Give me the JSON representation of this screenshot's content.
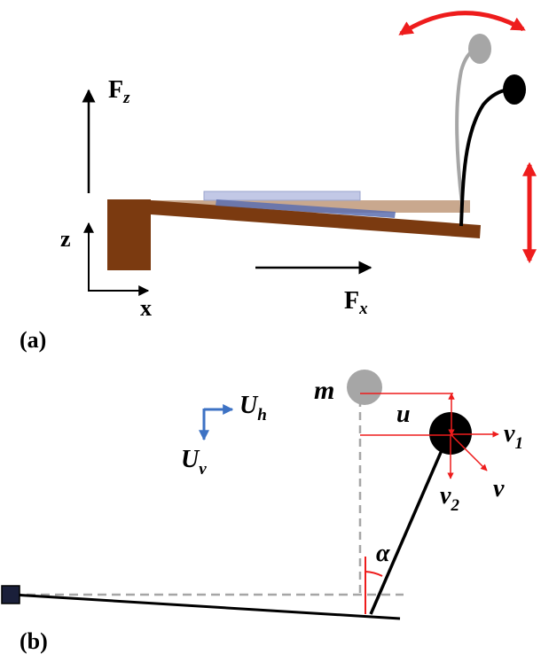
{
  "panel_a": {
    "label": "(a)",
    "force_z": {
      "base": "F",
      "sub": "z"
    },
    "force_x": {
      "base": "F",
      "sub": "x"
    },
    "axis_z": "z",
    "axis_x": "x"
  },
  "panel_b": {
    "label": "(b)",
    "mass": "m",
    "displacement": "u",
    "v1": {
      "base": "v",
      "sub": "1"
    },
    "v2": {
      "base": "v",
      "sub": "2"
    },
    "v": "v",
    "angle": "α",
    "uh": {
      "base": "U",
      "sub": "h"
    },
    "uv": {
      "base": "U",
      "sub": "v"
    }
  },
  "colors": {
    "beam_brown": "#7b3a10",
    "beam_faded": "#c9a88e",
    "plate": "#c2c8e6",
    "plate_dark": "#5c6fb0",
    "arrow_red": "#ee1c1c",
    "light_gray": "#a6a6a6",
    "dark_navy": "#1a1f3a",
    "blue_arrow": "#3d72c4"
  },
  "icons": [
    "double-curved-arrow-icon",
    "vertical-double-arrow-icon",
    "fixed-anchor-square-icon"
  ]
}
